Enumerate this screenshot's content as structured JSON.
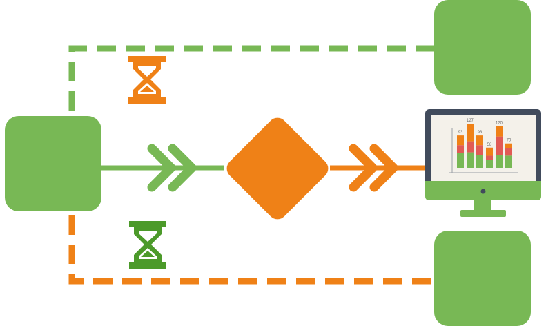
{
  "colors": {
    "green": "#78b855",
    "orange": "#ef8117",
    "red": "#e15a55",
    "dark_green": "#4c9a2a",
    "monitor_frame": "#414b5c",
    "screen": "#f4f1ea"
  },
  "icons": {
    "top_timer": "hourglass-icon",
    "bottom_timer": "hourglass-icon",
    "forward_arrow": "double-chevron-right-icon",
    "decision": "diamond-shape",
    "display": "monitor-icon",
    "mini_chart": "stacked-bar-chart-icon"
  },
  "mini_chart": {
    "labels": [
      "93",
      "127",
      "93",
      "58",
      "120",
      "70"
    ],
    "bars": [
      {
        "green": 0.45,
        "red": 0.25,
        "orange": 0.3
      },
      {
        "green": 0.35,
        "red": 0.25,
        "orange": 0.4
      },
      {
        "green": 0.4,
        "red": 0.3,
        "orange": 0.3
      },
      {
        "green": 0.4,
        "red": 0.2,
        "orange": 0.4
      },
      {
        "green": 0.3,
        "red": 0.45,
        "orange": 0.25
      },
      {
        "green": 0.5,
        "red": 0.3,
        "orange": 0.2
      }
    ]
  }
}
